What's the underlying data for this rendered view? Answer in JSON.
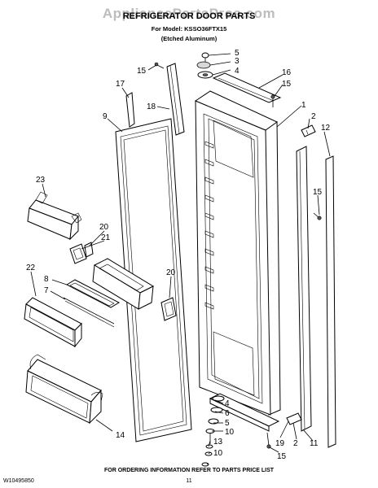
{
  "watermark": "AppliancePartsPros.com",
  "title": "REFRIGERATOR DOOR PARTS",
  "model_line": "For Model: KSSO36FTX15",
  "finish_line": "(Etched Aluminum)",
  "footer": {
    "left_code": "W10495850",
    "center_text": "FOR ORDERING INFORMATION REFER TO PARTS PRICE LIST",
    "page_number": "11"
  },
  "callouts": {
    "c5a": "5",
    "c3": "3",
    "c4a": "4",
    "c15a": "15",
    "c16": "16",
    "c15b": "15",
    "c17": "17",
    "c18": "18",
    "c1": "1",
    "c2a": "2",
    "c12": "12",
    "c9": "9",
    "c15c": "15",
    "c23": "23",
    "c20a": "20",
    "c21": "21",
    "c22": "22",
    "c8": "8",
    "c7": "7",
    "c20b": "20",
    "c4b": "4",
    "c6": "6",
    "c5b": "5",
    "c10a": "10",
    "c13": "13",
    "c10b": "10",
    "c19": "19",
    "c2b": "2",
    "c11": "11",
    "c15d": "15",
    "c14": "14"
  }
}
